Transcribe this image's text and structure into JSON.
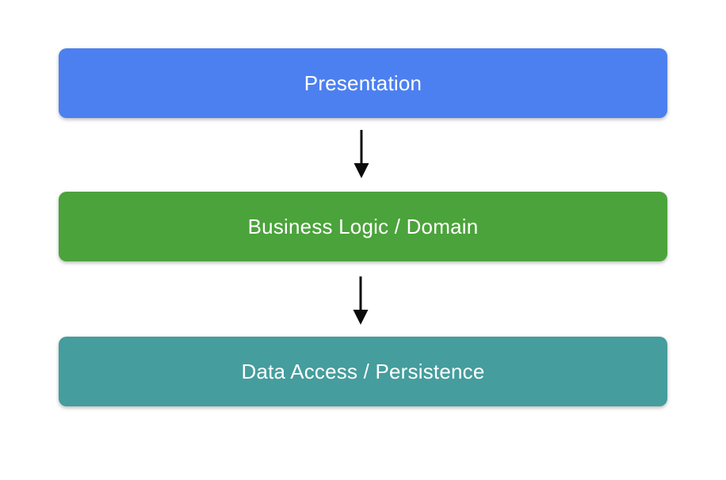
{
  "diagram": {
    "type": "layered-architecture-flow",
    "background": "#ffffff",
    "text_color": "#ffffff",
    "arrow_color": "#0b0b0b",
    "layers": [
      {
        "label": "Presentation",
        "color": "#4c80f0"
      },
      {
        "label": "Business Logic / Domain",
        "color": "#4ba33b"
      },
      {
        "label": "Data Access / Persistence",
        "color": "#459d9d"
      }
    ],
    "connections": [
      {
        "from": 0,
        "to": 1,
        "style": "arrow-down"
      },
      {
        "from": 1,
        "to": 2,
        "style": "arrow-down"
      }
    ]
  }
}
